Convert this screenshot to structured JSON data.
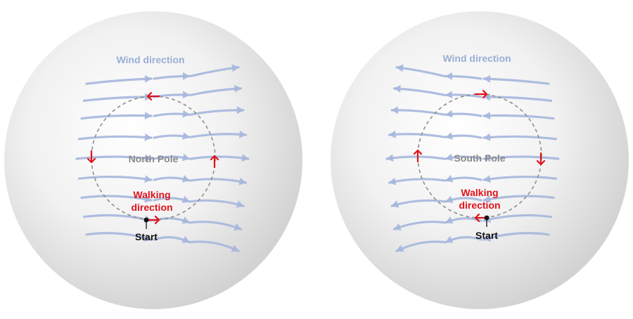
{
  "colors": {
    "wind": "#a7b7dc",
    "walking": "#e0121b",
    "path": "#8f8f8f",
    "start": "#111111",
    "sphere_light": "#ffffff",
    "sphere_dark": "#cfcfcf"
  },
  "panels": [
    {
      "id": "north",
      "wind_label": "Wind direction",
      "pole_label": "North Pole",
      "walking_label_line1": "Walking",
      "walking_label_line2": "direction",
      "start_label": "Start",
      "wind_flow": "left-to-right",
      "walking_flow": "counterclockwise"
    },
    {
      "id": "south",
      "wind_label": "Wind direction",
      "pole_label": "South Pole",
      "walking_label_line1": "Walking",
      "walking_label_line2": "direction",
      "start_label": "Start",
      "wind_flow": "right-to-left",
      "walking_flow": "clockwise"
    }
  ]
}
